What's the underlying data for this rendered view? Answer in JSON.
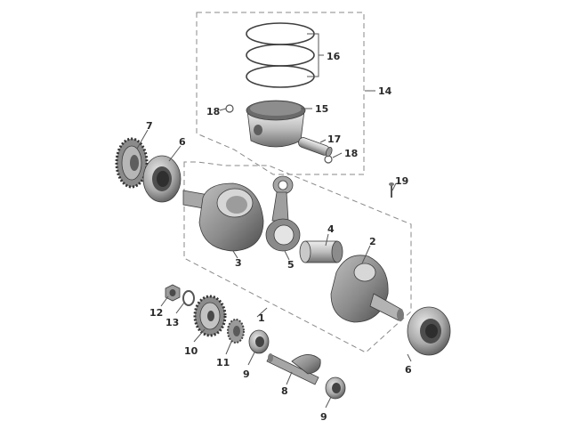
{
  "diagram": {
    "callouts": {
      "c1": "1",
      "c2": "2",
      "c3": "3",
      "c4": "4",
      "c5": "5",
      "c6a": "6",
      "c6b": "6",
      "c7": "7",
      "c8": "8",
      "c9a": "9",
      "c9b": "9",
      "c10": "10",
      "c11": "11",
      "c12": "12",
      "c13": "13",
      "c14": "14",
      "c15": "15",
      "c16": "16",
      "c17": "17",
      "c18a": "18",
      "c18b": "18",
      "c19": "19"
    }
  }
}
